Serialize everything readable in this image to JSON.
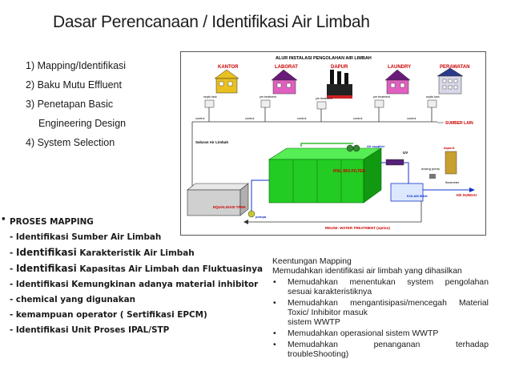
{
  "title": "Dasar Perencanaan / Identifikasi Air Limbah",
  "steps": [
    "1) Mapping/Identifikasi",
    "2) Baku Mutu Effluent",
    "3) Penetapan Basic",
    "Engineering  Design",
    "4) System Selection"
  ],
  "diagram": {
    "title": "ALUR INSTALASI PENGOLAHAN AIR LIMBAH",
    "buildings": [
      "KANTOR",
      "LABORAT",
      "DAPUR",
      "LAUNDRY",
      "PERAWATAN"
    ],
    "septic": [
      "septic tank",
      "pre treatment",
      "pre treatment",
      "pre treatment",
      "septic tank"
    ],
    "control": "control",
    "sumber": "SUMBER LAIN",
    "saluran": "Saluran Air Limbah",
    "air_supplier": "Air supplier",
    "uv": "UV",
    "ipal": "IPAL BIO-FILTER",
    "kaporit": "kaporit",
    "dosing": "dosing pump",
    "flowmeter": "flowmeter",
    "ke_sungai": "KE SUNGAI",
    "kolam": "KOLAM IKAN",
    "equalisasi": "EQUALISASI TANK",
    "pompa": "pompa",
    "reuse": "REUSE: WATER TREATMENT (option)",
    "colors": {
      "ipal": "#22cc22",
      "ipal_dark": "#119911",
      "pipe": "#1133cc",
      "green_pipe": "#33bb33"
    }
  },
  "mapping": {
    "bullet": "•",
    "heading": "PROSES MAPPING",
    "items": [
      {
        "pre": "- Identifikasi Sumber Air Limbah",
        "big": "",
        "post": ""
      },
      {
        "pre": "- ",
        "big": "Identifikasi",
        "post": " Karakteristik Air Limbah"
      },
      {
        "pre": "- ",
        "big": "Identifikasi",
        "post": " Kapasitas Air Limbah dan Fluktuasinya"
      },
      {
        "pre": "- Identifikasi Kemungkinan adanya material inhibitor",
        "big": "",
        "post": ""
      },
      {
        "pre": "- chemical yang digunakan",
        "big": "",
        "post": ""
      },
      {
        "pre": "- kemampuan operator ( Sertifikasi EPCM)",
        "big": "",
        "post": ""
      },
      {
        "pre": "- Identifikasi Unit Proses IPAL/STP",
        "big": "",
        "post": ""
      }
    ]
  },
  "keuntungan": {
    "heading": "Keentungan Mapping",
    "intro": "Memudahkan identifikasi air limbah yang dihasilkan",
    "bullet": "•",
    "items": [
      {
        "l1": "Memudahkan menentukan system pengolahan",
        "l2": "sesuai karakteristiknya",
        "l3": ""
      },
      {
        "l1": "Memudahkan mengantisipasi/mencegah Material",
        "l2": "Toxic/ Inhibitor masuk",
        "l3": "sistem WWTP"
      },
      {
        "l1": "Memudahkan operasional sistem WWTP",
        "l2": "",
        "l3": ""
      },
      {
        "l1": "Memudahkan penanganan terhadap",
        "l2": "troubleShooting)",
        "l3": ""
      }
    ]
  }
}
